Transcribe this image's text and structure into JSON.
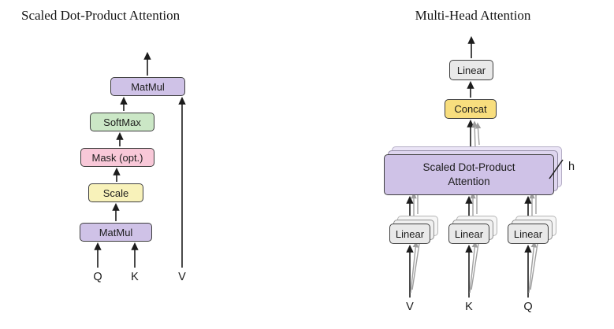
{
  "figure": {
    "left": {
      "title": "Scaled Dot-Product Attention",
      "boxes": {
        "matmul_top": "MatMul",
        "softmax": "SoftMax",
        "mask": "Mask (opt.)",
        "scale": "Scale",
        "matmul_bottom": "MatMul"
      },
      "inputs": {
        "q": "Q",
        "k": "K",
        "v": "V"
      }
    },
    "right": {
      "title": "Multi-Head Attention",
      "boxes": {
        "linear_out": "Linear",
        "concat": "Concat",
        "sdpa": "Scaled Dot-Product Attention",
        "linear_v": "Linear",
        "linear_k": "Linear",
        "linear_q": "Linear"
      },
      "head_count_label": "h",
      "inputs": {
        "v": "V",
        "k": "K",
        "q": "Q"
      }
    },
    "colors": {
      "matmul_purple": "#cfc2e7",
      "sdpa_purple": "#cfc2e7",
      "softmax_green": "#cbe7c6",
      "mask_pink": "#f8c8d8",
      "scale_pale_yellow": "#f8f2ba",
      "concat_yellow": "#f8de7e",
      "linear_gray": "#e9e9e9",
      "box_border": "#3e3e3e",
      "arrow_black": "#1c1c1c",
      "arrow_gray": "#a0a0a0"
    }
  }
}
